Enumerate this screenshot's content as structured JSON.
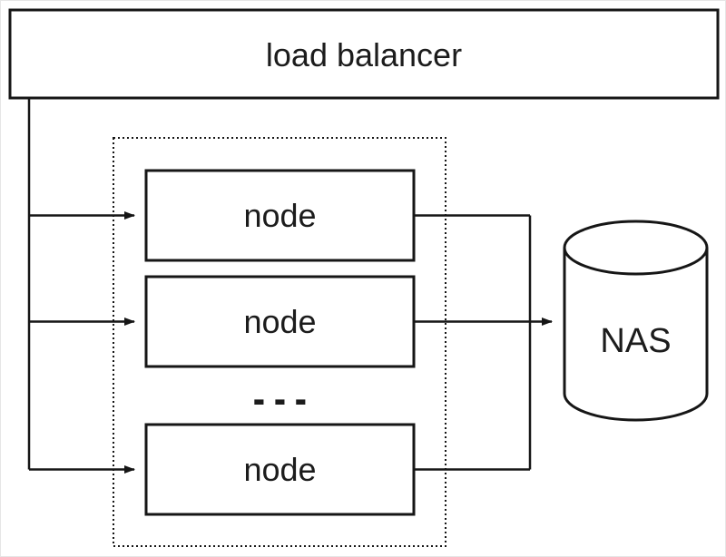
{
  "colors": {
    "stroke": "#161616",
    "background": "#ffffff"
  },
  "diagram": {
    "load_balancer": {
      "label": "load balancer"
    },
    "cluster": {
      "node_labels": [
        "node",
        "node",
        "node"
      ],
      "ellipsis": "…"
    },
    "nas": {
      "label": "NAS"
    }
  }
}
